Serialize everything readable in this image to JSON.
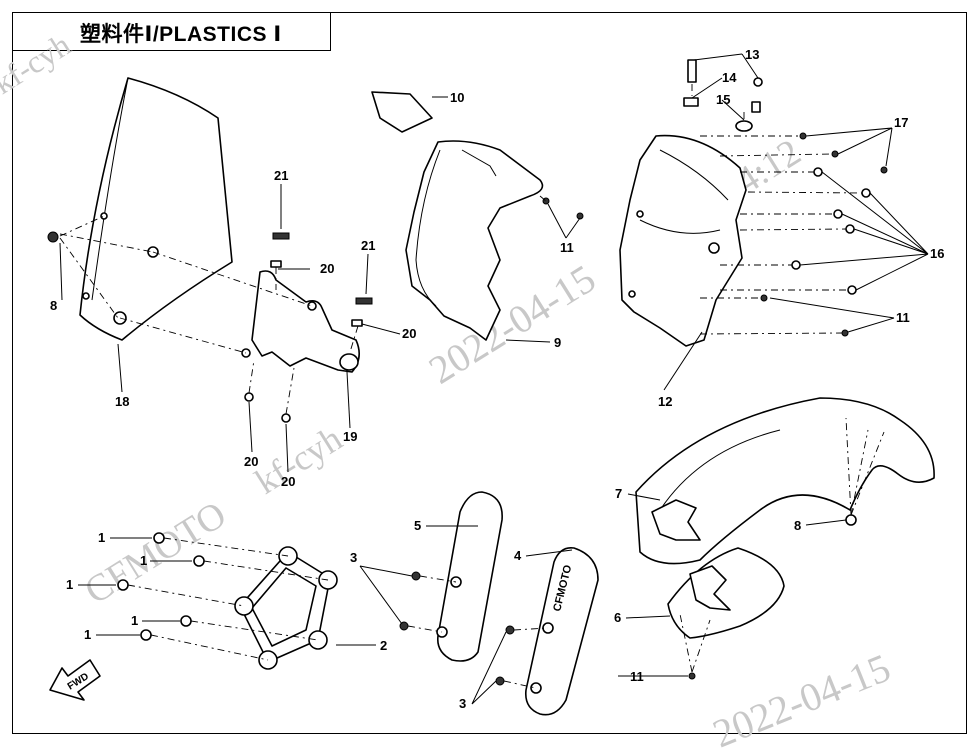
{
  "title": "塑料件Ⅰ/PLASTICS Ⅰ",
  "callouts": [
    {
      "id": "c1",
      "label": "1"
    },
    {
      "id": "c2",
      "label": "1"
    },
    {
      "id": "c3",
      "label": "1"
    },
    {
      "id": "c4",
      "label": "1"
    },
    {
      "id": "c5",
      "label": "1"
    },
    {
      "id": "c6",
      "label": "2"
    },
    {
      "id": "c7",
      "label": "3"
    },
    {
      "id": "c8",
      "label": "3"
    },
    {
      "id": "c9",
      "label": "4"
    },
    {
      "id": "c10",
      "label": "5"
    },
    {
      "id": "c11",
      "label": "6"
    },
    {
      "id": "c12",
      "label": "7"
    },
    {
      "id": "c13",
      "label": "8"
    },
    {
      "id": "c14",
      "label": "8"
    },
    {
      "id": "c15",
      "label": "9"
    },
    {
      "id": "c16",
      "label": "10"
    },
    {
      "id": "c17",
      "label": "11"
    },
    {
      "id": "c18",
      "label": "11"
    },
    {
      "id": "c19",
      "label": "11"
    },
    {
      "id": "c20",
      "label": "12"
    },
    {
      "id": "c21",
      "label": "13"
    },
    {
      "id": "c22",
      "label": "14"
    },
    {
      "id": "c23",
      "label": "15"
    },
    {
      "id": "c24",
      "label": "16"
    },
    {
      "id": "c25",
      "label": "17"
    },
    {
      "id": "c26",
      "label": "18"
    },
    {
      "id": "c27",
      "label": "19"
    },
    {
      "id": "c28",
      "label": "20"
    },
    {
      "id": "c29",
      "label": "20"
    },
    {
      "id": "c30",
      "label": "20"
    },
    {
      "id": "c31",
      "label": "20"
    },
    {
      "id": "c32",
      "label": "21"
    },
    {
      "id": "c33",
      "label": "21"
    }
  ],
  "fwd_label": "FWD",
  "brand_on_part": "CFMOTO",
  "watermarks": {
    "user": "kf-cyh",
    "brand": "CFMOTO",
    "date": "2022-04-15",
    "time": "14:12"
  }
}
